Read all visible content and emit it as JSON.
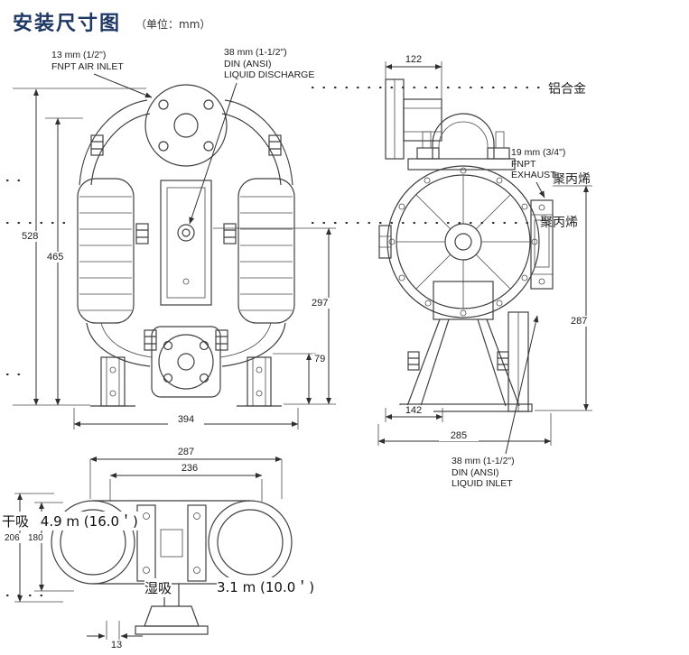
{
  "colors": {
    "title_blue": "#1f3864",
    "line": "#3f3f3f"
  },
  "title": {
    "main": "安装尺寸图",
    "unit": "（单位：mm）"
  },
  "front_view": {
    "air_inlet": [
      "13 mm (1/2\")",
      "FNPT AIR INLET"
    ],
    "liquid_discharge": [
      "38 mm (1-1/2\")",
      "DIN (ANSI)",
      "LIQUID DISCHARGE"
    ],
    "dims": {
      "overall_height": "528",
      "body_height": "465",
      "right_upper": "297",
      "right_lower": "79",
      "width": "394"
    }
  },
  "side_view": {
    "materials": {
      "top": "铝合金",
      "mid1": "聚丙烯",
      "mid2": "聚丙烯"
    },
    "exhaust": [
      "19 mm (3/4\")",
      "FNPT",
      "EXHAUST"
    ],
    "liquid_inlet": [
      "38 mm (1-1/2\")",
      "DIN (ANSI)",
      "LIQUID INLET"
    ],
    "dims": {
      "top_width": "122",
      "right_height": "287",
      "base_inner": "142",
      "base_overall": "285"
    }
  },
  "bottom_view": {
    "dims": {
      "top_outer": "287",
      "top_inner": "236",
      "left_outer": "206",
      "left_inner": "180",
      "foot": "13"
    },
    "notes": {
      "dry_label": "干吸",
      "dry_value": "4.9 m (16.0＇)",
      "wet_label": "湿吸",
      "wet_value": "3.1 m (10.0＇)"
    }
  }
}
